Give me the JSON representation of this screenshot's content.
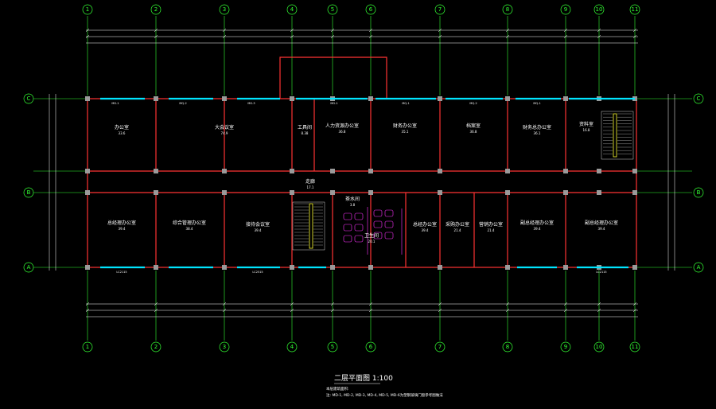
{
  "drawing": {
    "title": "二层平面图 1:100",
    "area_note": "本层建筑面积:",
    "door_note": "注: MD-1, MD-2, MD-3, MD-4, MD-5, MD-6为塑钢玻璃门窗参考图做法"
  },
  "grid": {
    "columns": [
      "1",
      "2",
      "3",
      "4",
      "5",
      "6",
      "7",
      "8",
      "9",
      "10",
      "11"
    ],
    "rows_right": [
      "C",
      "B",
      "A"
    ]
  },
  "rooms": [
    {
      "id": "r1",
      "name": "办公室",
      "area": "33.6"
    },
    {
      "id": "r2",
      "name": "大会议室",
      "area": "74.9"
    },
    {
      "id": "r3",
      "name": "工具间",
      "area": "8.38"
    },
    {
      "id": "r4",
      "name": "人力资源办公室",
      "area": "36.8"
    },
    {
      "id": "r5",
      "name": "财务办公室",
      "area": "35.1"
    },
    {
      "id": "r6",
      "name": "档案室",
      "area": "36.8"
    },
    {
      "id": "r7",
      "name": "财务总办公室",
      "area": "36.1"
    },
    {
      "id": "r8",
      "name": "资料室",
      "area": "16.8"
    },
    {
      "id": "r9",
      "name": "总经理办公室",
      "area": "39.4"
    },
    {
      "id": "r10",
      "name": "综合管理办公室",
      "area": "38.4"
    },
    {
      "id": "r11",
      "name": "接待会议室",
      "area": "39.4"
    },
    {
      "id": "r12",
      "name": "走廊",
      "area": "17.1"
    },
    {
      "id": "r13",
      "name": "茶水间",
      "area": "3.8"
    },
    {
      "id": "r14",
      "name": "卫生间",
      "area": "20.1"
    },
    {
      "id": "r15",
      "name": "总经办公室",
      "area": "39.4"
    },
    {
      "id": "r16",
      "name": "采购办公室",
      "area": "21.4"
    },
    {
      "id": "r17",
      "name": "营销办公室",
      "area": "21.4"
    },
    {
      "id": "r18",
      "name": "副总经理办公室",
      "area": "39.4"
    },
    {
      "id": "r19",
      "name": "副总经理办公室",
      "area": "39.4"
    }
  ],
  "windows": [
    "MG-1",
    "MQ-2",
    "MG-3",
    "MG-1",
    "MQ-1",
    "MQ-2",
    "MQ-1",
    "LC2115",
    "LC2515",
    "LC2115"
  ],
  "colors": {
    "grid_axis": "#33ff33",
    "wall": "#ff3333",
    "window": "#00e5ff",
    "dimension": "#ffffff",
    "fixture": "#ff33ff",
    "stair": "#ffff33"
  }
}
